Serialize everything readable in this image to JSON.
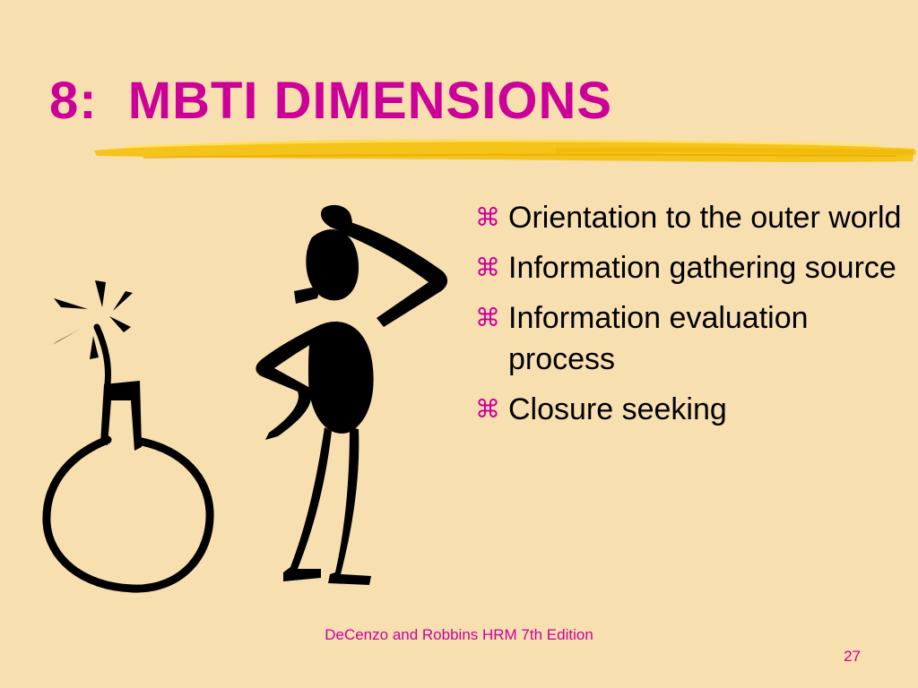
{
  "slide": {
    "title": "8:  MBTI DIMENSIONS",
    "bullet_icon": "place-of-interest-icon",
    "bullet_glyph": "⌘",
    "bullets": [
      "Orientation to the outer world",
      "Information gathering source",
      "Information evaluation process",
      "Closure seeking"
    ],
    "footer": "DeCenzo and Robbins  HRM 7th Edition",
    "page_number": "27"
  },
  "colors": {
    "background": "#F8DFB0",
    "title": "#CC0099",
    "accent_stroke": "#F5C000",
    "body_text": "#000000",
    "footer_text": "#CC0099"
  },
  "clipart": {
    "description_icons": [
      "bomb-icon",
      "confused-stick-figure-icon"
    ]
  }
}
